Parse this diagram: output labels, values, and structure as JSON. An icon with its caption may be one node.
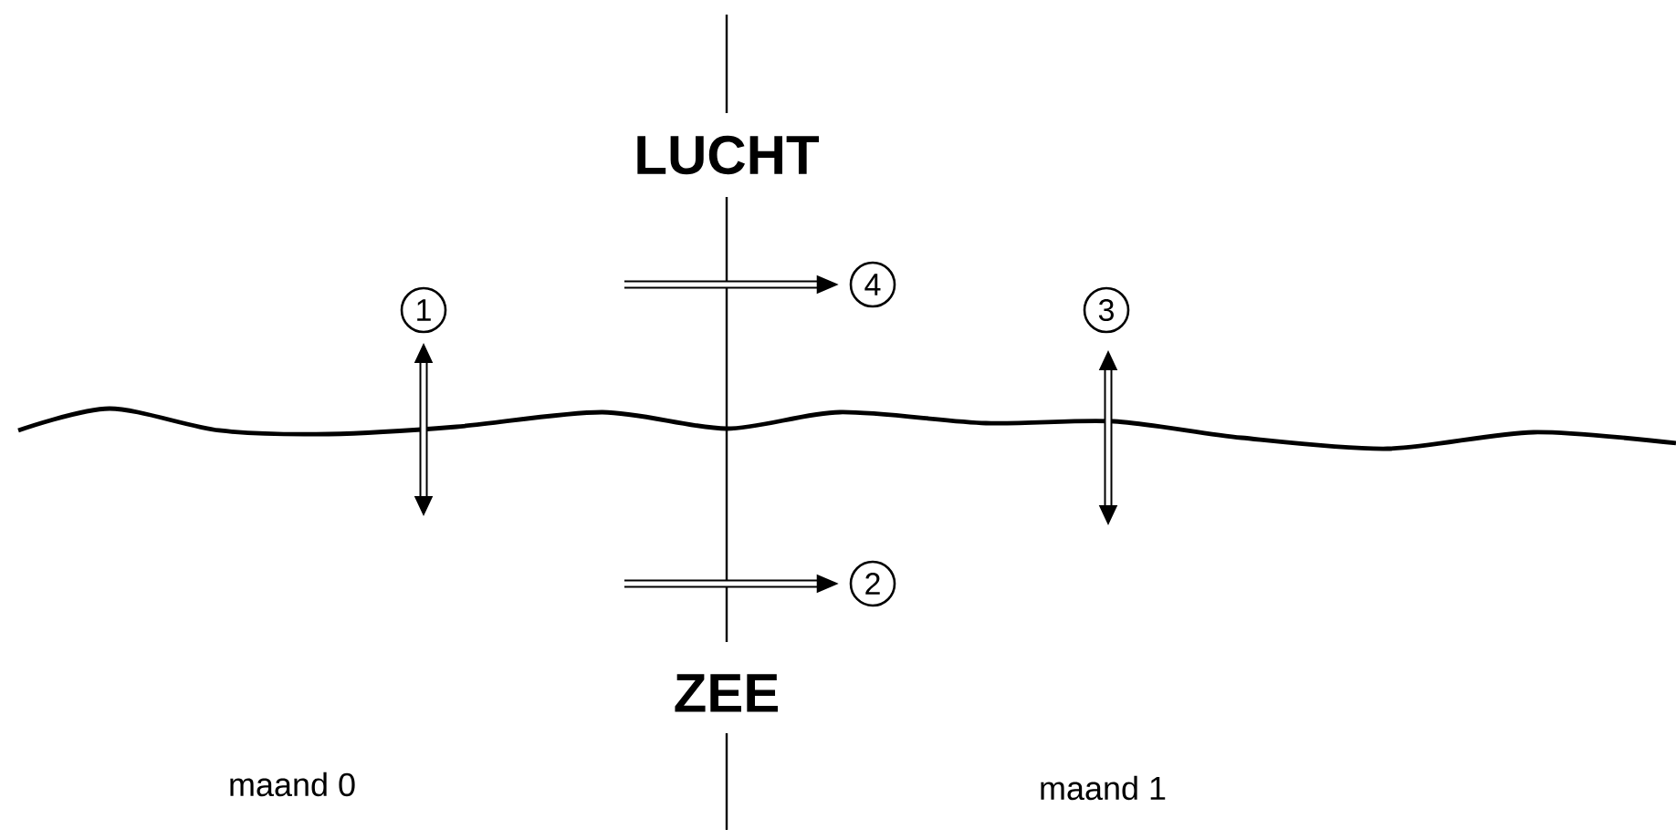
{
  "diagram": {
    "nodes": [
      {
        "text": [
          "4"
        ]
      },
      {
        "text": [
          "1"
        ]
      },
      {
        "text": [
          "3"
        ]
      },
      {
        "text": [
          "2"
        ]
      }
    ],
    "edges": [
      {
        "from": null,
        "to": 0,
        "arrow": "to"
      },
      {
        "from": null,
        "to": 3,
        "arrow": "to"
      }
    ],
    "labels": [
      "LUCHT",
      "ZEE",
      "maand 0",
      "maand 1"
    ]
  }
}
